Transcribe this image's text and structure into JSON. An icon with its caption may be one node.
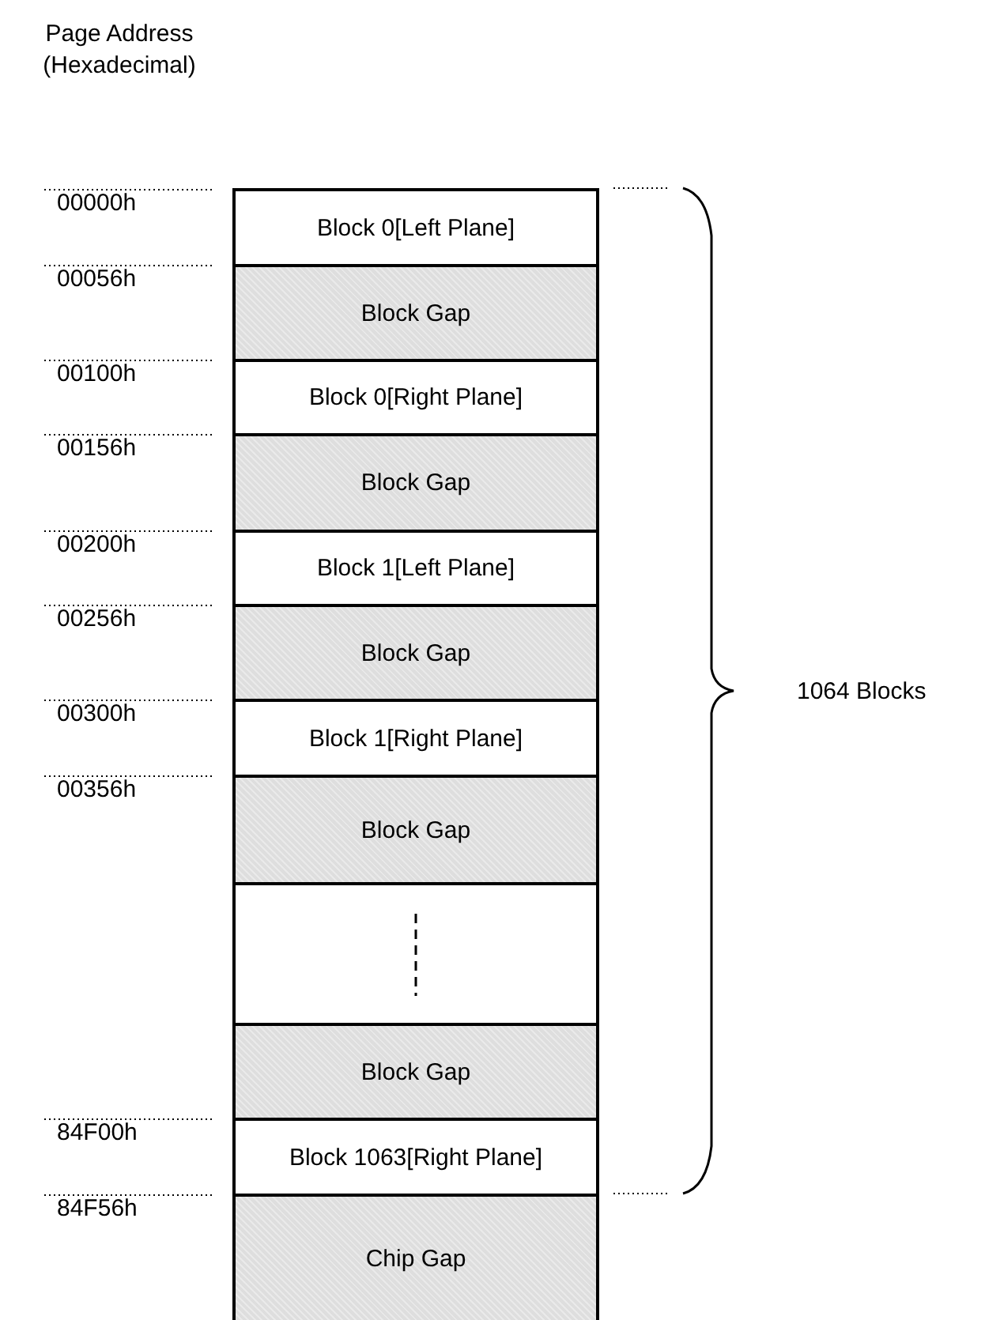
{
  "diagram": {
    "nodes": [
      {
        "text": [
          "Block 0[Left Plane]"
        ]
      },
      {
        "text": [
          "Block Gap"
        ]
      },
      {
        "text": [
          "Block 0[Right Plane]"
        ]
      },
      {
        "text": [
          "Block Gap"
        ]
      },
      {
        "text": [
          "Block 1[Left Plane]"
        ]
      },
      {
        "text": [
          "Block Gap"
        ]
      },
      {
        "text": [
          "Block 1[Right Plane]"
        ]
      },
      {
        "text": [
          "Block Gap"
        ]
      },
      {
        "text": [],
        "shape": "box"
      },
      {
        "text": [
          "Block Gap"
        ]
      },
      {
        "text": [
          "Block 1063[Right Plane]"
        ]
      },
      {
        "text": [
          "Chip Gap"
        ]
      }
    ],
    "labels": [
      "Page Address (Hexadecimal)",
      "00000h",
      "00056h",
      "00100h",
      "00156h",
      "00200h",
      "00256h",
      "00300h",
      "00356h",
      "84F00h",
      "84F56h",
      "1064 Blocks"
    ]
  }
}
